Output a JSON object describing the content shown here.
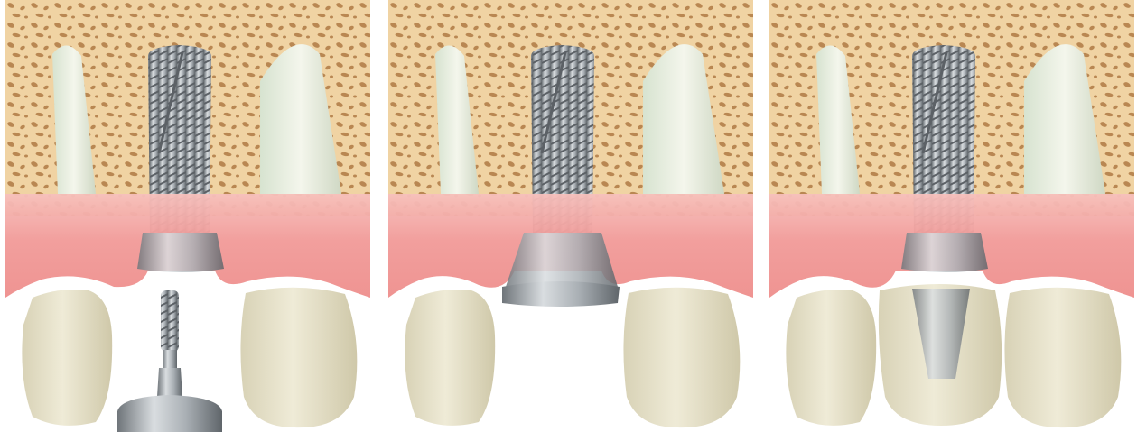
{
  "figure": {
    "panels": [
      {
        "id": "panel-1",
        "stage": "healing-abutment-separate"
      },
      {
        "id": "panel-2",
        "stage": "healing-cap-installed"
      },
      {
        "id": "panel-3",
        "stage": "crown-with-post-installed"
      }
    ],
    "colors": {
      "bone": "#f0d3a3",
      "bone_pore": "#b98752",
      "gum": "#f19a98",
      "gum_light": "#f7c0bc",
      "tooth": "#ece7d0",
      "tooth_shadow": "#cfc8a9",
      "metal_light": "#d9dde0",
      "metal_dark": "#7d8287"
    }
  }
}
